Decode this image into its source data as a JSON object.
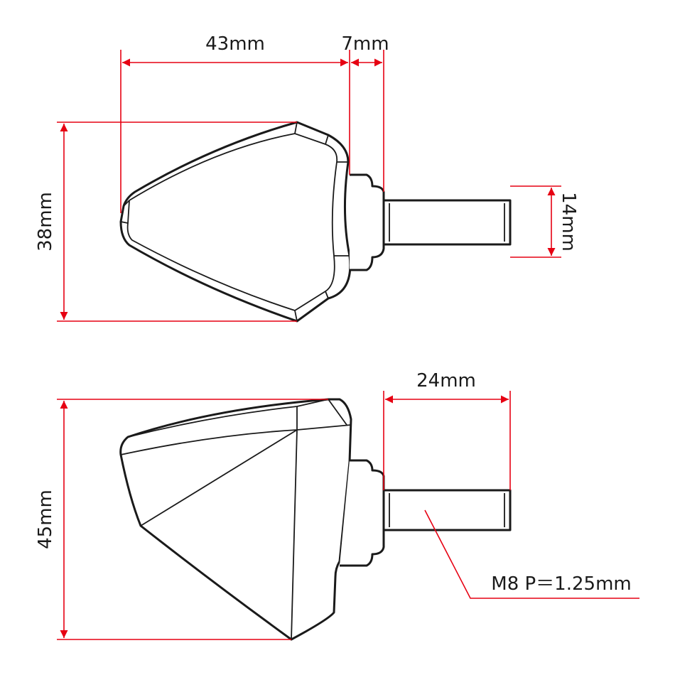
{
  "dimensions": {
    "top_view": {
      "body_length": "43mm",
      "neck_length": "7mm",
      "body_height": "38mm",
      "stud_height": "14mm"
    },
    "side_view": {
      "body_height": "45mm",
      "stud_length": "24mm",
      "thread_spec": "M8 P＝1.25mm"
    }
  },
  "colors": {
    "dimension_line": "#e60012",
    "outline": "#1a1a1a",
    "background": "#ffffff"
  }
}
